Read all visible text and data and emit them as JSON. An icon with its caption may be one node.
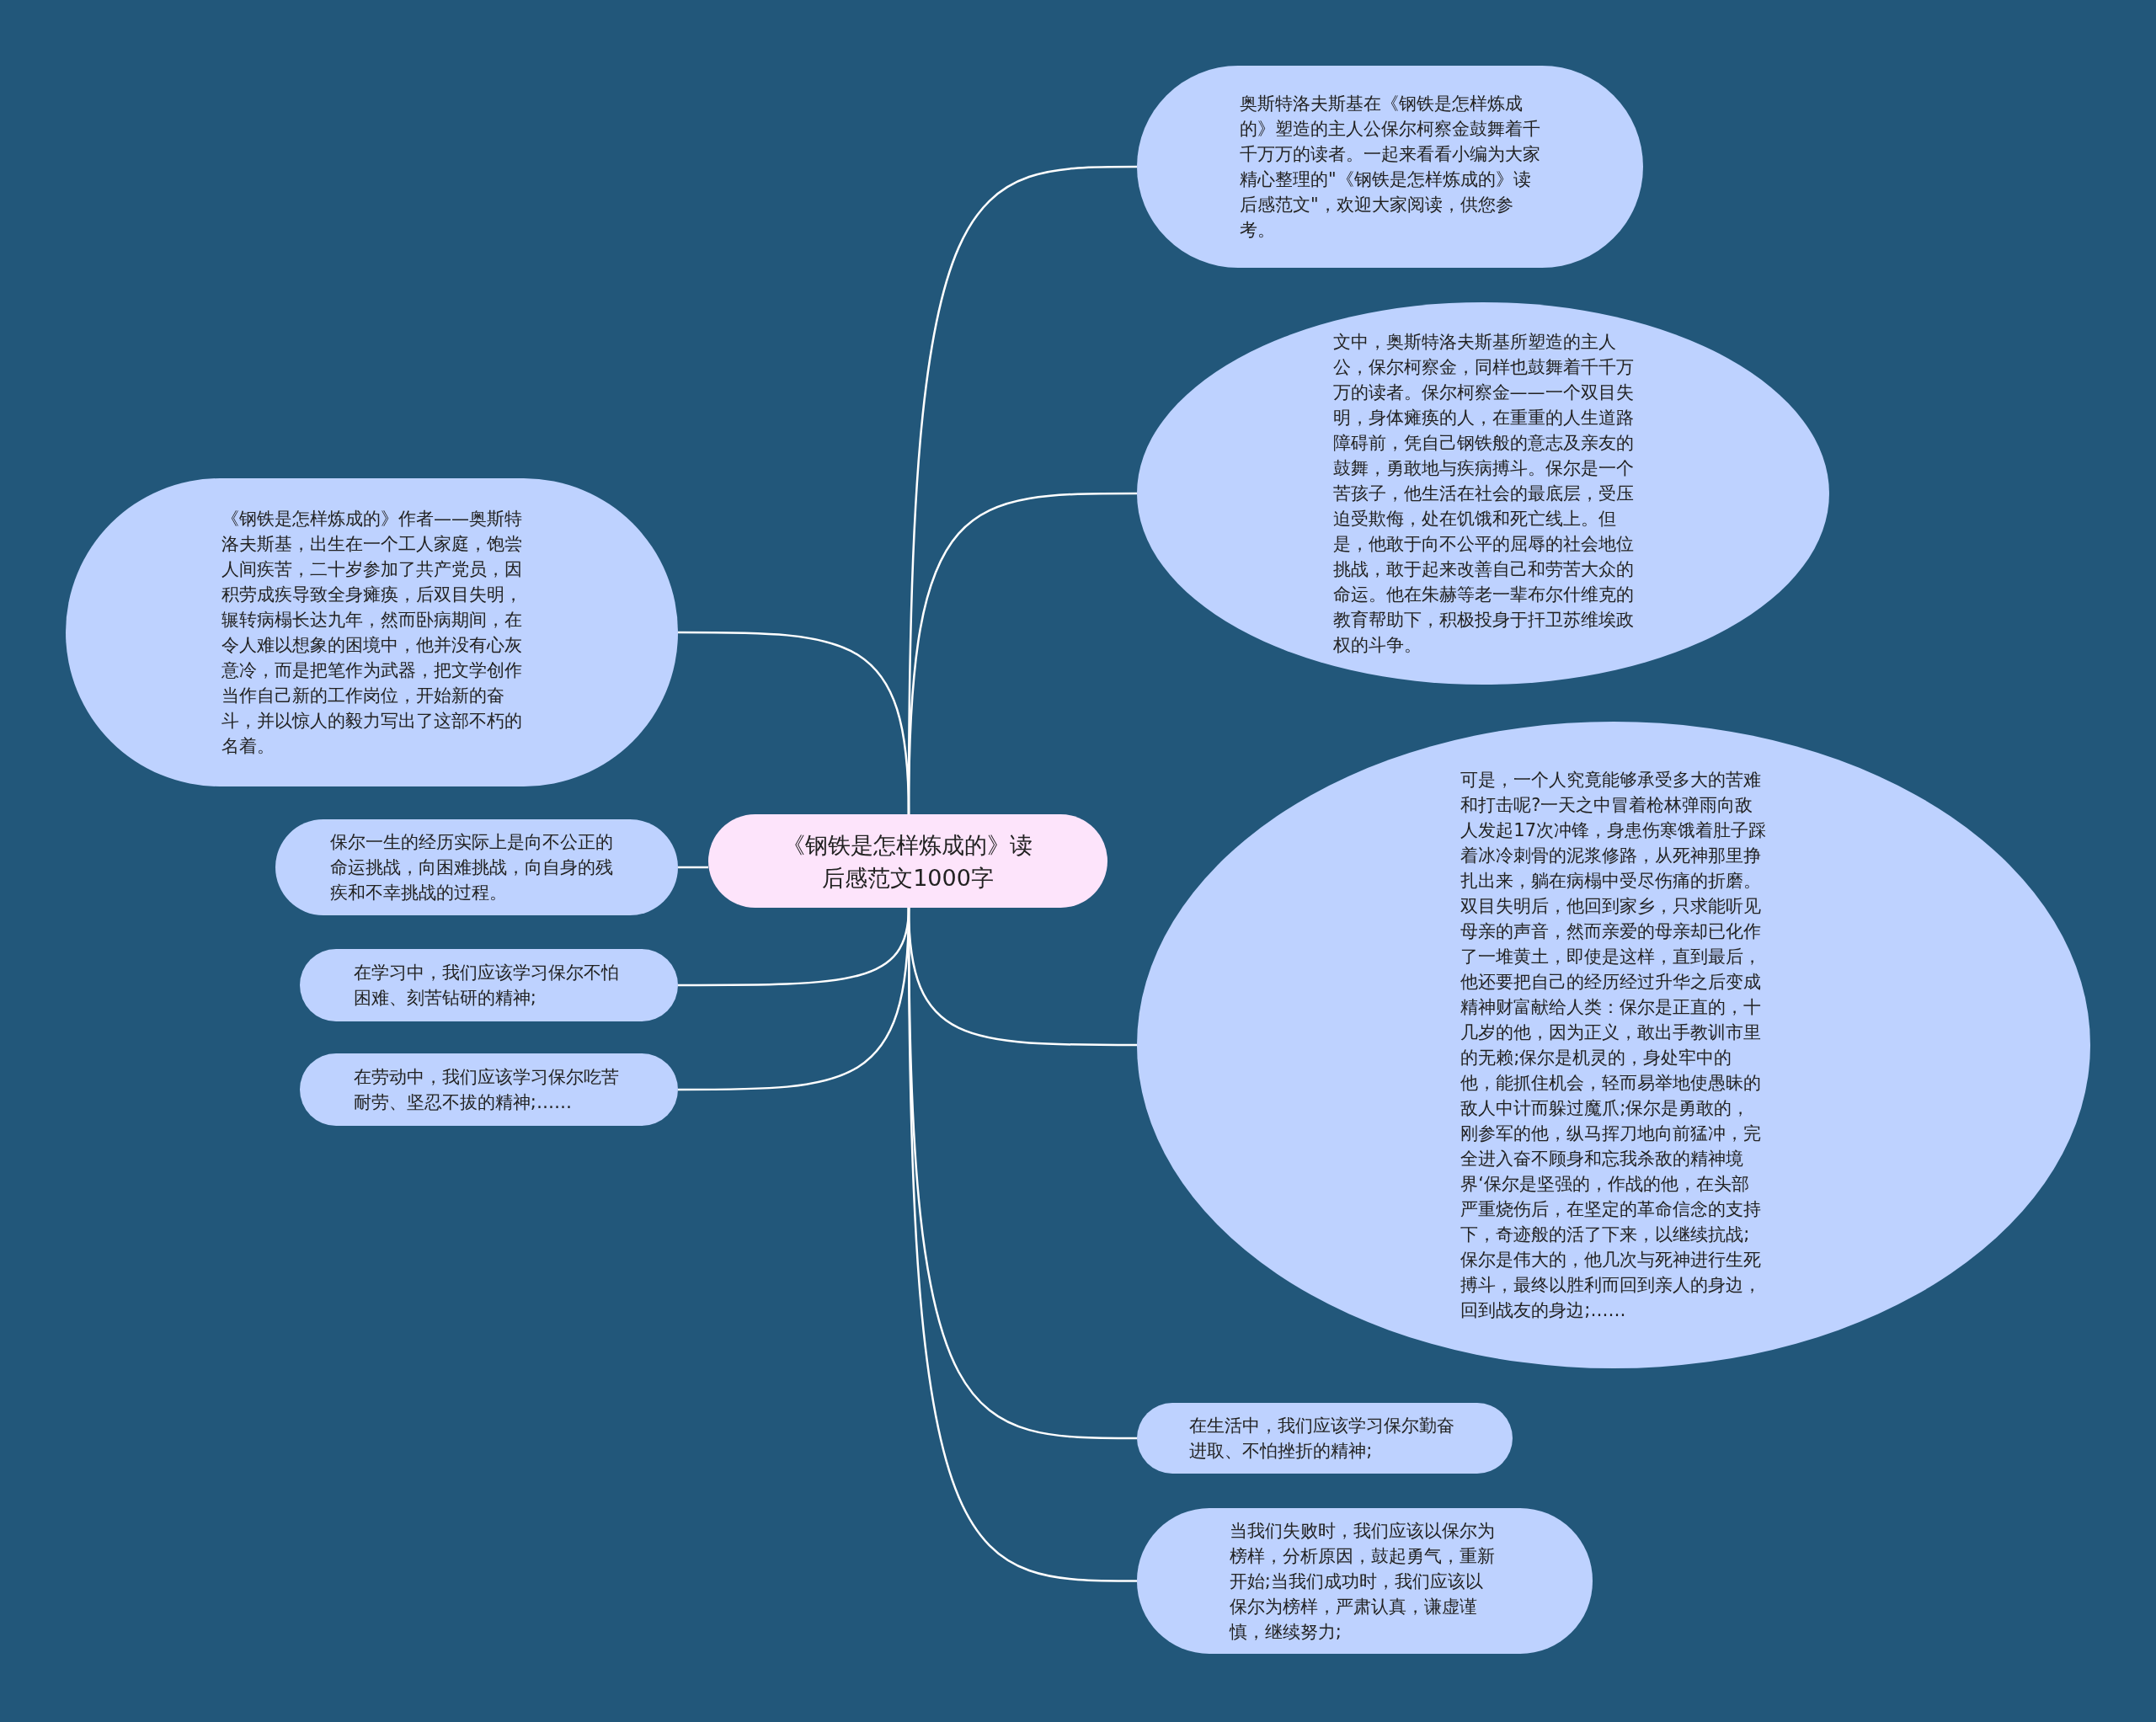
{
  "diagram": {
    "nodes": [
      {
        "text": [
          "《钢铁是怎样炼成的》读后感范文1000字"
        ]
      },
      {
        "text": [
          "奥斯特洛夫斯基在《钢铁是怎样炼成的》塑造的主人公保尔柯察金鼓舞着千千万万的读者。一起来看看小编为大家精心整理的\"《钢铁是怎样炼成的》读后感范文\"，欢迎大家阅读，供您参考。"
        ]
      },
      {
        "text": [
          "文中，奥斯特洛夫斯基所塑造的主人公，保尔柯察金，同样也鼓舞着千千万万的读者。保尔柯察金——一个双目失明，身体瘫痪的人，在重重的人生道路障碍前，凭自己钢铁般的意志及亲友的鼓舞，勇敢地与疾病搏斗。保尔是一个苦孩子，他生活在社会的最底层，受压迫受欺侮，处在饥饿和死亡线上。但是，他敢于向不公平的屈辱的社会地位挑战，敢于起来改善自己和劳苦大众的命运。他在朱赫等老一辈布尔什维克的教育帮助下，积极投身于扞卫苏维埃政权的斗争。"
        ]
      },
      {
        "text": [
          "可是，一个人究竟能够承受多大的苦难和打击呢?一天之中冒着枪林弹雨向敌人发起17次冲锋，身患伤寒饿着肚子踩着冰冷刺骨的泥浆修路，从死神那里挣扎出来，躺在病榻中受尽伤痛的折磨。双目失明后，他回到家乡，只求能听见母亲的声音，然而亲爱的母亲却已化作了一堆黄土，即使是这样，直到最后，他还要把自己的经历经过升华之后变成精神财富献给人类：保尔是正直的，十几岁的他，因为正义，敢出手教训市里的无赖;保尔是机灵的，身处牢中的他，能抓住机会，轻而易举地使愚昧的敌人中计而躲过魔爪;保尔是勇敢的，刚参军的他，纵马挥刀地向前猛冲，完全进入奋不顾身和忘我杀敌的精神境界‘保尔是坚强的，作战的他，在头部严重烧伤后，在坚定的革命信念的支持下，奇迹般的活了下来，以继续抗战;保尔是伟大的，他几次与死神进行生死搏斗，最终以胜利而回到亲人的身边，回到战友的身边;……"
        ]
      },
      {
        "text": [
          "在生活中，我们应该学习保尔勤奋进取、不怕挫折的精神;"
        ]
      },
      {
        "text": [
          "当我们失败时，我们应该以保尔为榜样，分析原因，鼓起勇气，重新开始;当我们成功时，我们应该以保尔为榜样，严肃认真，谦虚谨慎，继续努力;"
        ]
      },
      {
        "text": [
          "《钢铁是怎样炼成的》作者——奥斯特洛夫斯基，出生在一个工人家庭，饱尝人间疾苦，二十岁参加了共产党员，因积劳成疾导致全身瘫痪，后双目失明，辗转病榻长达九年，然而卧病期间，在令人难以想象的困境中，他并没有心灰意冷，而是把笔作为武器，把文学创作当作自己新的工作岗位，开始新的奋斗，并以惊人的毅力写出了这部不朽的名着。"
        ]
      },
      {
        "text": [
          "保尔一生的经历实际上是向不公正的命运挑战，向困难挑战，向自身的残疾和不幸挑战的过程。"
        ]
      },
      {
        "text": [
          "在学习中，我们应该学习保尔不怕困难、刻苦钻研的精神;"
        ]
      },
      {
        "text": [
          "在劳动中，我们应该学习保尔吃苦耐劳、坚忍不拔的精神;……"
        ]
      }
    ],
    "edges": [
      {
        "from": 0,
        "to": 1,
        "arrow": "none"
      },
      {
        "from": 0,
        "to": 2,
        "arrow": "none"
      },
      {
        "from": 0,
        "to": 3,
        "arrow": "none"
      },
      {
        "from": 0,
        "to": 4,
        "arrow": "none"
      },
      {
        "from": 0,
        "to": 5,
        "arrow": "none"
      },
      {
        "from": 0,
        "to": 6,
        "arrow": "none"
      },
      {
        "from": 0,
        "to": 7,
        "arrow": "none"
      },
      {
        "from": 0,
        "to": 8,
        "arrow": "none"
      },
      {
        "from": 0,
        "to": 9,
        "arrow": "none"
      }
    ]
  }
}
